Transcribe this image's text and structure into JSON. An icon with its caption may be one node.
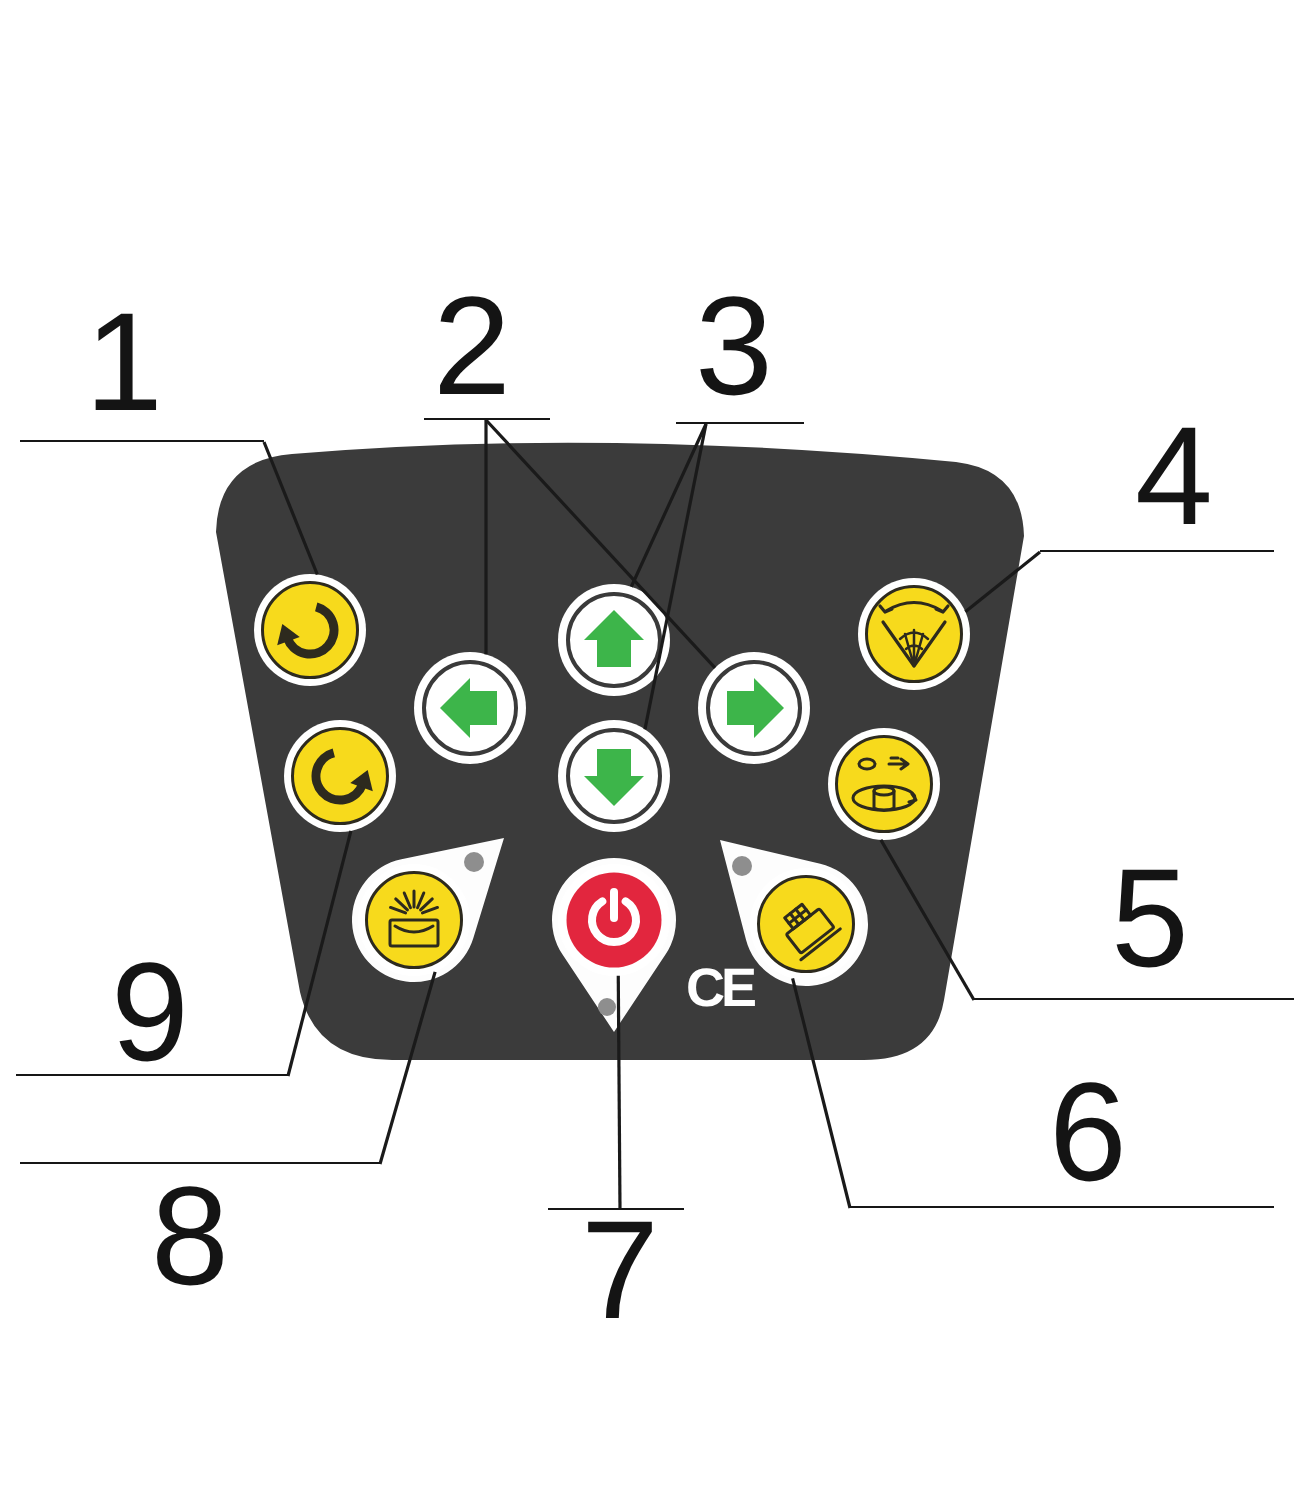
{
  "diagram": {
    "nodes": [
      {
        "text": [
          "1"
        ]
      },
      {
        "text": [
          "2"
        ]
      },
      {
        "text": [
          "3"
        ]
      },
      {
        "text": [
          "4"
        ]
      },
      {
        "text": [
          "5"
        ]
      },
      {
        "text": [
          "9"
        ]
      },
      {
        "text": [
          "6"
        ]
      },
      {
        "text": [
          "8"
        ]
      },
      {
        "text": [
          "7"
        ]
      },
      {
        "text": [],
        "shape": "circle"
      },
      {
        "text": [],
        "shape": "circle"
      },
      {
        "text": [],
        "shape": "circle"
      },
      {
        "text": [],
        "shape": "circle"
      },
      {
        "text": [],
        "shape": "circle"
      },
      {
        "text": [],
        "shape": "circle"
      },
      {
        "text": [],
        "shape": "circle"
      },
      {
        "text": [],
        "shape": "circle"
      },
      {
        "text": [],
        "shape": "circle"
      },
      {
        "text": [],
        "shape": "circle"
      },
      {
        "text": [],
        "shape": "circle"
      }
    ],
    "edges": [
      {
        "from": 0,
        "to": 9,
        "arrow": "none"
      },
      {
        "from": 1,
        "to": 10,
        "arrow": "none"
      },
      {
        "from": 1,
        "to": 12,
        "arrow": "none"
      },
      {
        "from": 2,
        "to": 11,
        "arrow": "none"
      },
      {
        "from": 2,
        "to": 13,
        "arrow": "none"
      },
      {
        "from": 3,
        "to": 14,
        "arrow": "none"
      },
      {
        "from": 4,
        "to": 15,
        "arrow": "none"
      },
      {
        "from": 6,
        "to": 16,
        "arrow": "none"
      },
      {
        "from": 8,
        "to": 17,
        "arrow": "none"
      },
      {
        "from": 7,
        "to": 18,
        "arrow": "none"
      },
      {
        "from": 5,
        "to": 19,
        "arrow": "none"
      }
    ],
    "labels": [
      "CE"
    ]
  }
}
